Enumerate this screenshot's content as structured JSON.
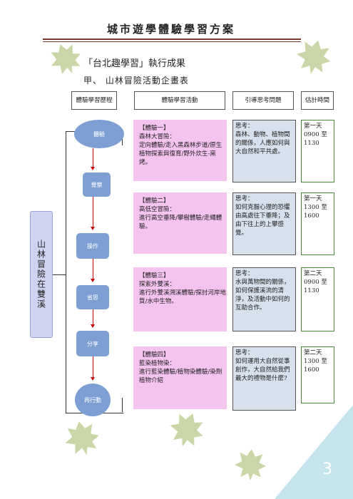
{
  "header": {
    "title": "城市遊學體驗學習方案"
  },
  "section": {
    "title": "「台北趣學習」執行成果",
    "subtitle": "甲、 山林冒險活動企畫表"
  },
  "columns": [
    "體驗學習歷程",
    "體驗學習活動",
    "引導思考問題",
    "估計時間"
  ],
  "side_label": "山林冒險在雙溪",
  "steps": [
    "體驗",
    "覺察",
    "操作",
    "省思",
    "分享",
    "再行動"
  ],
  "rows": [
    {
      "activity": "【體驗一】\n森林大冒險：\n定向體驗/走入黑森林步道/原生植物探索與復育/野外炊生-窯烤。",
      "question": "思考：\n森林、動物、植物間的關係，人應如何與大自然和平共處。",
      "time": "第一天\n0900 至\n1130"
    },
    {
      "activity": "【體驗二】\n高低空冒險：\n進行高空垂降/攀樹體驗/走繩體驗。",
      "question": "思考：\n如何克服心理的恐懼由高處往下垂降；及由下往上的上攀感覺。",
      "time": "第一天\n1300 至\n1600"
    },
    {
      "activity": "【體驗三】\n探索外雙溪：\n進行外雙溪溯溪體驗/探討河岸地質/水中生物。",
      "question": "思考：\n水與萬物間的關係，如何保護溪流的清淨，及活動中如何的互助合作。",
      "time": "第二天\n0900 至\n1130"
    },
    {
      "activity": "【體驗四】\n藍染植物染：\n進行藍染體驗/植物染體驗/染劑植物介紹",
      "question": "思考：\n如何運用大自然從事創作，大自然給我們最大的禮物是什麼?",
      "time": "第二天\n1300 至\n1600"
    }
  ],
  "page_number": "3",
  "colors": {
    "activity_bg": "#f4c3ee",
    "question_bg": "#d7e0ed",
    "step_bg": "#7d9fd4",
    "side_bg": "#cfd3f0",
    "corner": "#c5e4ec",
    "leaf": "#b9c98a",
    "rule": "#7a3b2e"
  }
}
